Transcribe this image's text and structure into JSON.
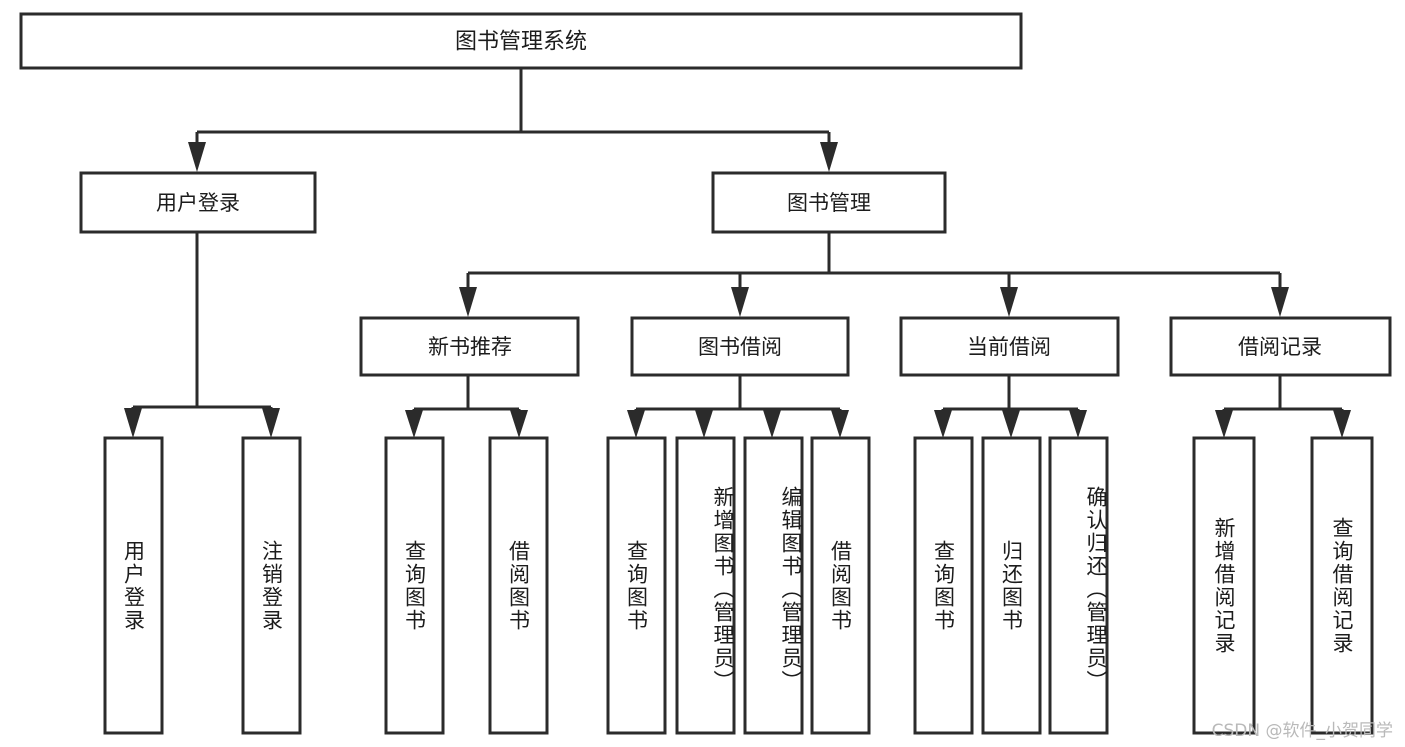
{
  "diagram": {
    "type": "tree-hierarchy-chart",
    "title": "图书管理系统",
    "levels": {
      "root": {
        "label": "图书管理系统"
      },
      "level2": [
        {
          "id": "user-login",
          "label": "用户登录"
        },
        {
          "id": "book-management",
          "label": "图书管理"
        }
      ],
      "level3": [
        {
          "id": "new-book-recommend",
          "label": "新书推荐",
          "parent": "book-management"
        },
        {
          "id": "book-borrow",
          "label": "图书借阅",
          "parent": "book-management"
        },
        {
          "id": "current-borrow",
          "label": "当前借阅",
          "parent": "book-management"
        },
        {
          "id": "borrow-record",
          "label": "借阅记录",
          "parent": "book-management"
        }
      ],
      "leaves": [
        {
          "id": "leaf-user-login",
          "label": "用户登录",
          "parent": "user-login"
        },
        {
          "id": "leaf-logout-login",
          "label": "注销登录",
          "parent": "user-login"
        },
        {
          "id": "leaf-query-book-1",
          "label": "查询图书",
          "parent": "new-book-recommend"
        },
        {
          "id": "leaf-borrow-book-1",
          "label": "借阅图书",
          "parent": "new-book-recommend"
        },
        {
          "id": "leaf-query-book-2",
          "label": "查询图书",
          "parent": "book-borrow"
        },
        {
          "id": "leaf-add-book",
          "label": "新增图书（管理员）",
          "parent": "book-borrow"
        },
        {
          "id": "leaf-edit-book",
          "label": "编辑图书（管理员）",
          "parent": "book-borrow"
        },
        {
          "id": "leaf-borrow-book-2",
          "label": "借阅图书",
          "parent": "book-borrow"
        },
        {
          "id": "leaf-query-book-3",
          "label": "查询图书",
          "parent": "current-borrow"
        },
        {
          "id": "leaf-return-book",
          "label": "归还图书",
          "parent": "current-borrow"
        },
        {
          "id": "leaf-confirm-return",
          "label": "确认归还（管理员）",
          "parent": "current-borrow"
        },
        {
          "id": "leaf-add-record",
          "label": "新增借阅记录",
          "parent": "borrow-record"
        },
        {
          "id": "leaf-query-record",
          "label": "查询借阅记录",
          "parent": "borrow-record"
        }
      ]
    },
    "colors": {
      "box_stroke": "#2b2b2b",
      "box_fill": "#ffffff",
      "connector": "#2b2b2b",
      "text": "#1c1c1c",
      "background": "#ffffff",
      "watermark": "#b9b9b9"
    }
  },
  "watermark": {
    "text": "CSDN @软件_小贺同学"
  }
}
